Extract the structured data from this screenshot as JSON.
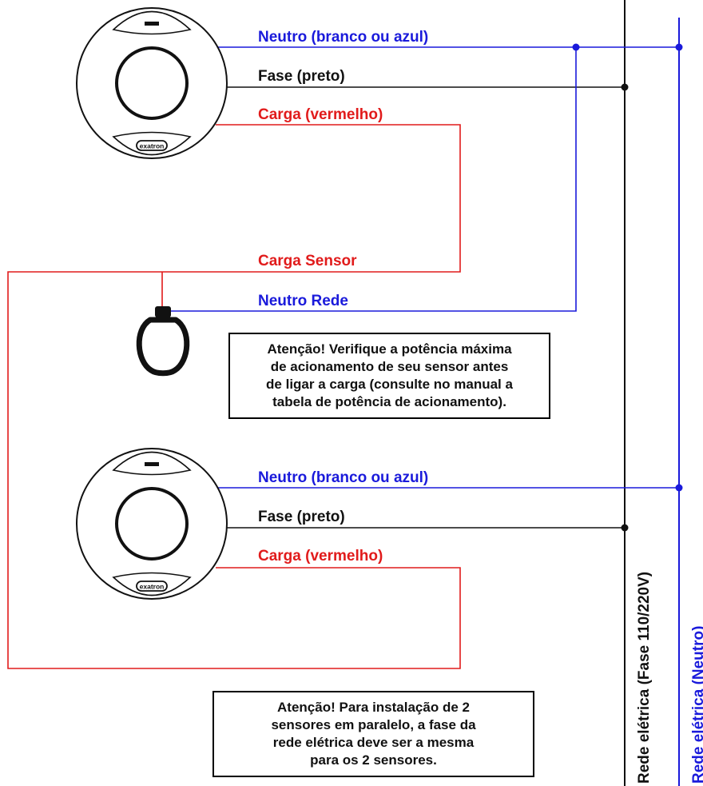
{
  "colors": {
    "neutral": "#1a1adb",
    "phase": "#111111",
    "load": "#e11b1b",
    "sensor_body": "#ffffff"
  },
  "sensor_top": {
    "brand": "exatron",
    "logo": "sensor-logo-icon",
    "neutral_label": "Neutro (branco ou azul)",
    "phase_label": "Fase (preto)",
    "load_label": "Carga (vermelho)"
  },
  "sensor_bottom": {
    "brand": "exatron",
    "logo": "sensor-logo-icon",
    "neutral_label": "Neutro (branco ou azul)",
    "phase_label": "Fase (preto)",
    "load_label": "Carga (vermelho)"
  },
  "lamp": {
    "icon": "light-bulb-icon",
    "load_label": "Carga Sensor",
    "neutral_label": "Neutro Rede"
  },
  "buses": {
    "phase_label": "Rede elétrica (Fase 110/220V)",
    "neutral_label": "Rede elétrica (Neutro)"
  },
  "notes": {
    "power_warning": [
      "Atenção! Verifique a potência máxima",
      "de acionamento de seu sensor antes",
      "de ligar a carga (consulte no manual a",
      "tabela de potência de acionamento)."
    ],
    "parallel_warning": [
      "Atenção! Para instalação de 2",
      "sensores em paralelo, a fase da",
      "rede elétrica deve ser a mesma",
      "para os 2 sensores."
    ]
  }
}
